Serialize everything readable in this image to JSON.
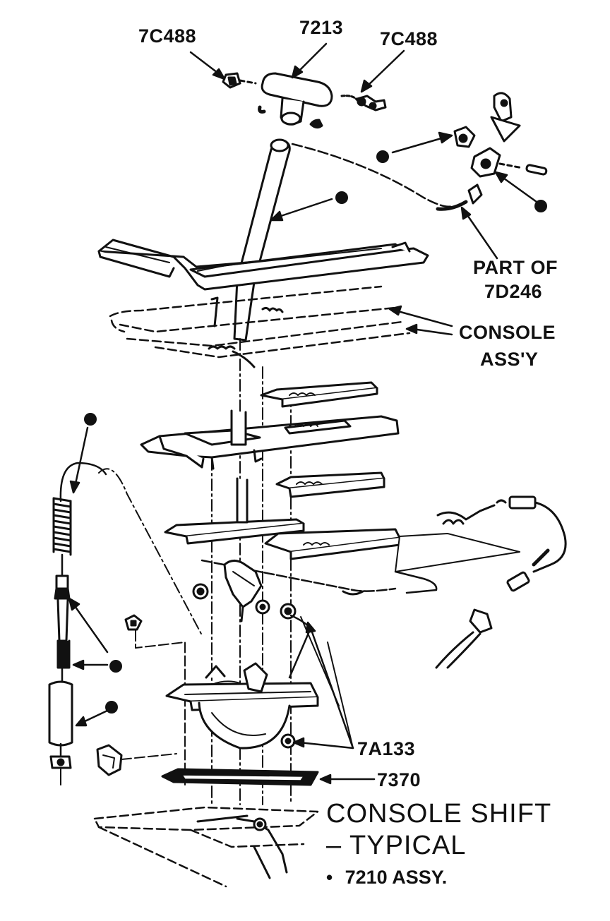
{
  "labels": {
    "part_7c488_left": "7C488",
    "part_7213": "7213",
    "part_7c488_right": "7C488",
    "part_of_line1": "PART OF",
    "part_of_line2": "7D246",
    "console_line1": "CONSOLE",
    "console_line2": "ASS'Y",
    "part_7a133": "7A133",
    "part_7370": "7370"
  },
  "title": {
    "line1": "CONSOLE SHIFT",
    "line2": "– TYPICAL"
  },
  "legend": {
    "bullet": "•",
    "text": "7210 ASSY."
  }
}
